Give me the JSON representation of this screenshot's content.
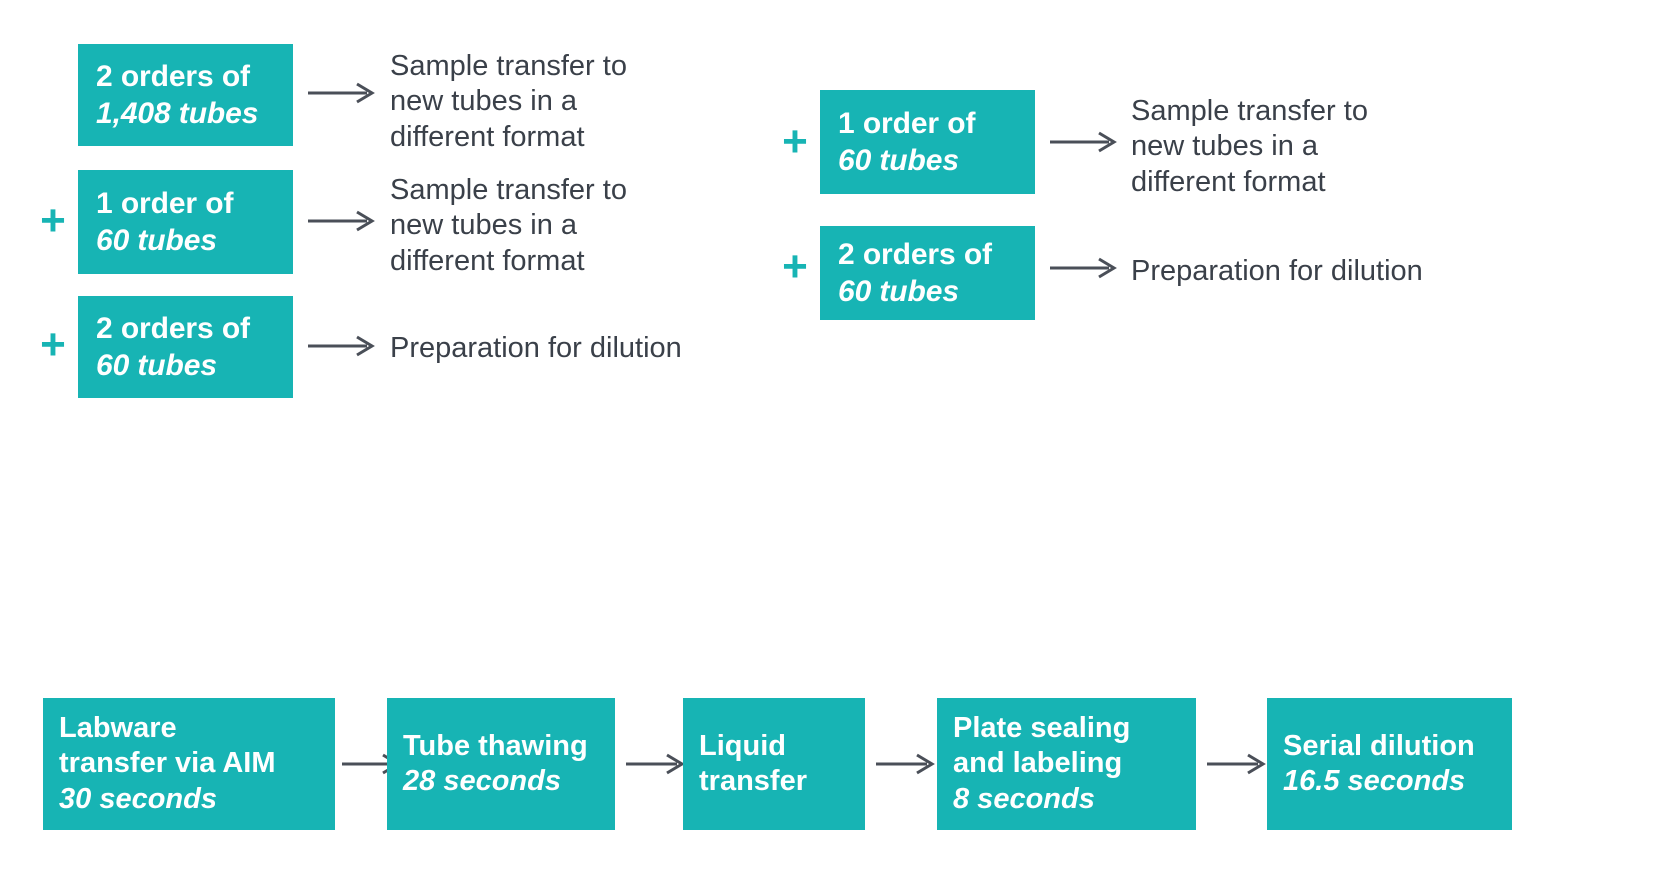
{
  "theme": {
    "box_fill": "#17b4b4",
    "box_text": "#ffffff",
    "label_text": "#3a4049",
    "arrow_color": "#4a4f58",
    "plus_color": "#17b4b4",
    "background": "#ffffff"
  },
  "groups": [
    {
      "id": "left-order-group",
      "rows": [
        {
          "plus": "",
          "box": {
            "line1": "2 orders of",
            "line2": "1,408 tubes"
          },
          "arrow": "right-arrow",
          "label": "Sample transfer to\nnew tubes in a\ndifferent format"
        },
        {
          "plus": "+",
          "box": {
            "line1": "1 order of",
            "line2": "60 tubes"
          },
          "arrow": "right-arrow",
          "label": "Sample transfer to\nnew tubes in a\ndifferent format"
        },
        {
          "plus": "+",
          "box": {
            "line1": "2 orders of",
            "line2": "60 tubes"
          },
          "arrow": "right-arrow",
          "label": "Preparation for dilution"
        }
      ]
    },
    {
      "id": "right-order-group",
      "rows": [
        {
          "plus": "+",
          "box": {
            "line1": "1 order of",
            "line2": "60 tubes"
          },
          "arrow": "right-arrow",
          "label": "Sample transfer to\nnew tubes in a\ndifferent format"
        },
        {
          "plus": "+",
          "box": {
            "line1": "2 orders of",
            "line2": "60 tubes"
          },
          "arrow": "right-arrow",
          "label": "Preparation for dilution"
        }
      ]
    }
  ],
  "process_chain": {
    "id": "bottom-process-chain",
    "connector": "right-arrow",
    "steps": [
      {
        "line1": "Labware",
        "line2": "transfer via AIM",
        "line3": "30 seconds"
      },
      {
        "line1": "Tube thawing",
        "line2": "28 seconds",
        "line3": ""
      },
      {
        "line1": "Liquid",
        "line2": "transfer",
        "line3": ""
      },
      {
        "line1": "Plate sealing",
        "line2": "and labeling",
        "line3": "8 seconds"
      },
      {
        "line1": "Serial dilution",
        "line2": "16.5 seconds",
        "line3": ""
      }
    ]
  }
}
